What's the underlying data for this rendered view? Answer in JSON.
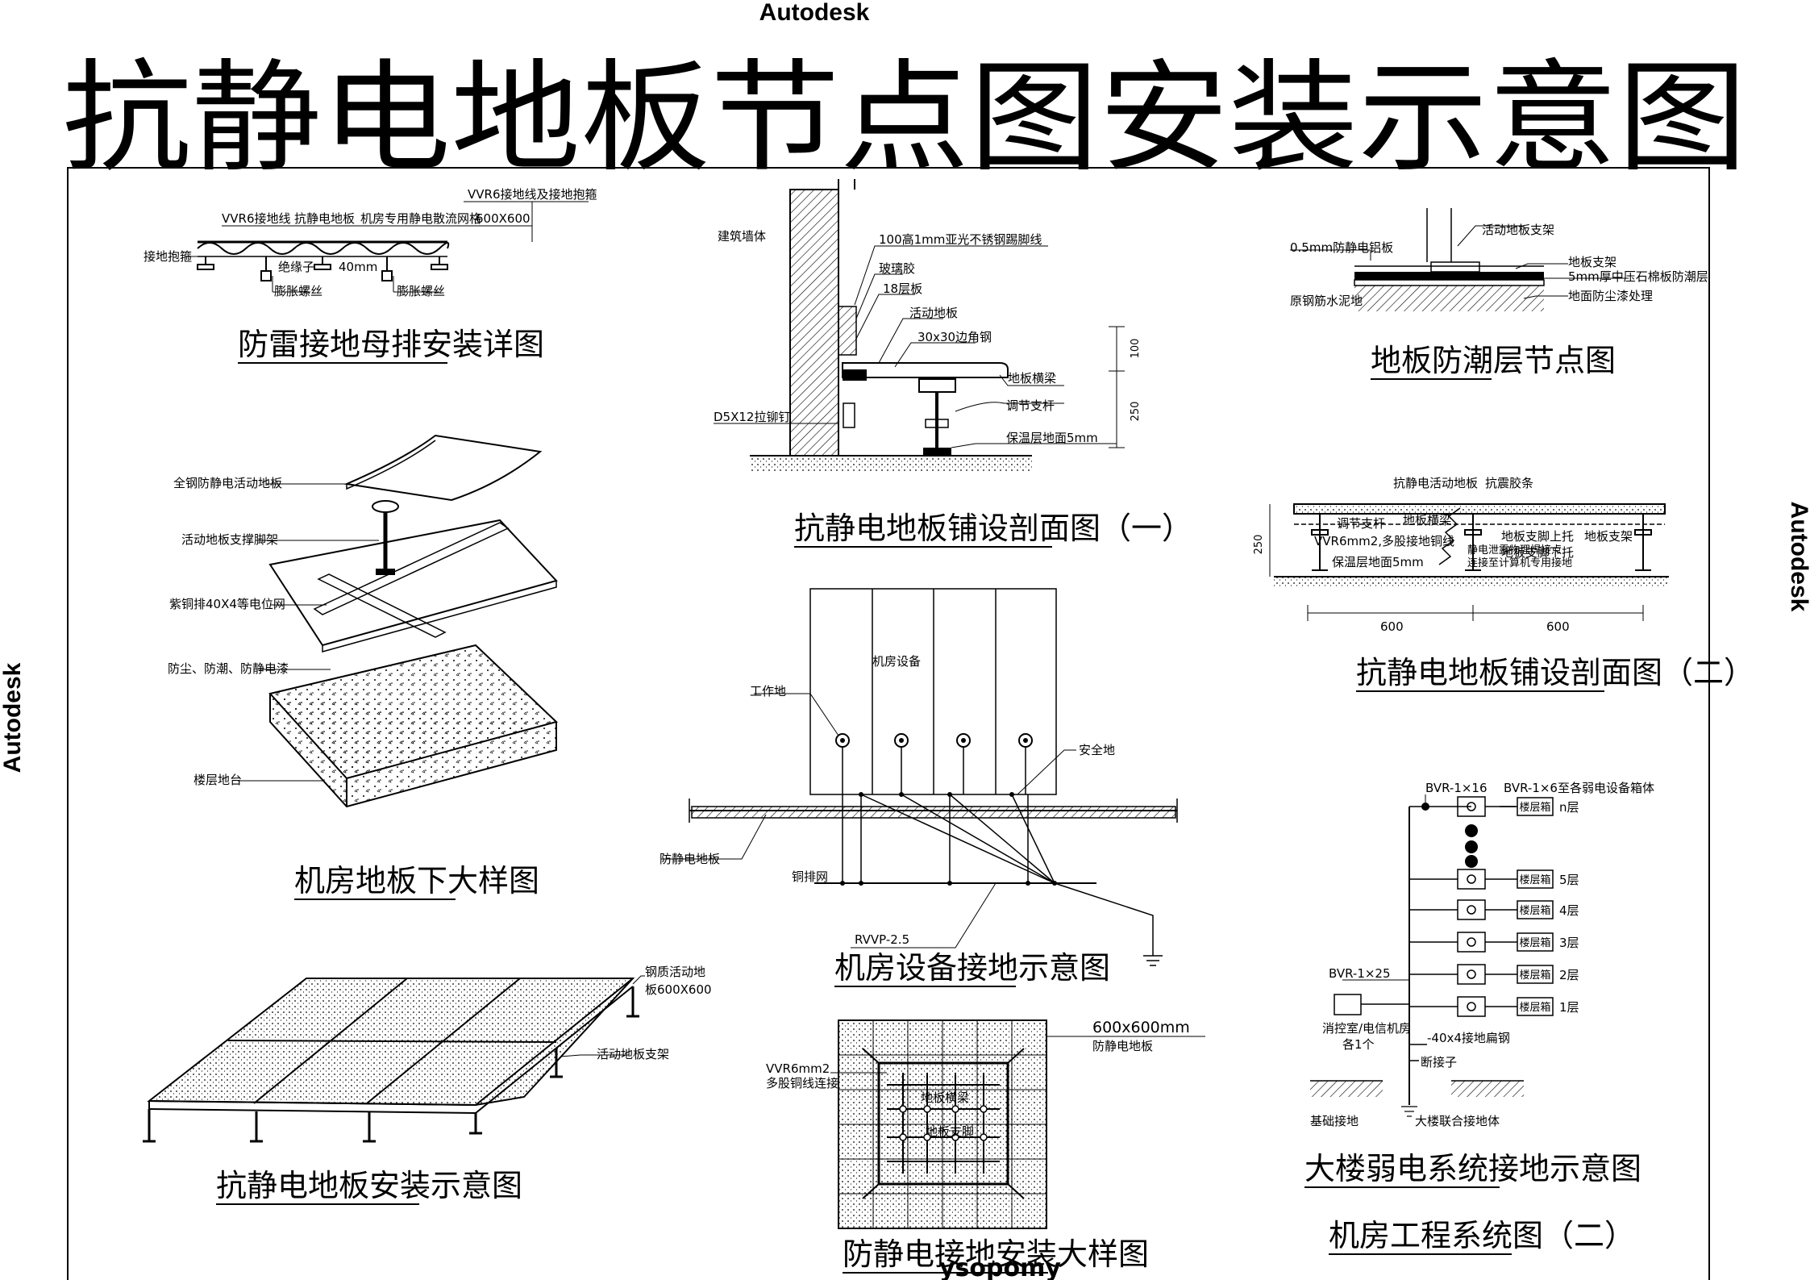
{
  "watermark": "Autodesk",
  "site_watermark": "ysopomy",
  "title": "抗静电地板节点图安装示意图",
  "figures": {
    "lightning": {
      "caption": "防雷接地母排安装详图",
      "labels": [
        "VVR6接地线",
        "抗静电地板",
        "机房专用静电散流网格",
        "600X600",
        "VVR6接地线及接地抱箍",
        "接地抱箍",
        "绝缘子",
        "40mm",
        "膨胀螺丝",
        "膨胀螺丝"
      ]
    },
    "section1": {
      "caption": "抗静电地板铺设剖面图（一）",
      "labels": [
        "建筑墙体",
        "100高1mm亚光不锈钢踢脚线",
        "玻璃胶",
        "18层板",
        "活动地板",
        "30x30边角钢",
        "地板横梁",
        "调节支杆",
        "D5X12拉铆钉",
        "保温层地面5mm",
        "100",
        "250"
      ]
    },
    "moisture": {
      "caption": "地板防潮层节点图",
      "labels": [
        "0.5mm防静电铝板",
        "活动地板支架",
        "地板支架",
        "5mm厚中压石棉板防潮层",
        "原钢筋水泥地",
        "地面防尘漆处理"
      ]
    },
    "section2": {
      "caption": "抗静电地板铺设剖面图（二）",
      "labels": [
        "抗静电活动地板",
        "抗震胶条",
        "调节支杆",
        "地板横梁",
        "VVR6mm2,多股接地铜线",
        "地板支脚上托",
        "地板支脚下托",
        "地板支架",
        "静电泄露物理焊接点",
        "连接至计算机专用接地",
        "保温层地面5mm",
        "600",
        "600",
        "250"
      ]
    },
    "under": {
      "caption": "机房地板下大样图",
      "labels": [
        "全钢防静电活动地板",
        "活动地板支撑脚架",
        "紫铜排40X4等电位网",
        "防尘、防潮、防静电漆",
        "楼层地台"
      ]
    },
    "equip": {
      "caption": "机房设备接地示意图",
      "labels": [
        "机房设备",
        "工作地",
        "安全地",
        "防静电地板",
        "铜排网",
        "RVVP-2.5"
      ]
    },
    "install": {
      "caption": "抗静电地板安装示意图",
      "labels": [
        "钢质活动地",
        "板600X600",
        "活动地板支架"
      ]
    },
    "grounding": {
      "caption": "防静电接地安装大样图",
      "labels": [
        "600x600mm",
        "防静电地板",
        "VVR6mm2",
        "多股铜线连接",
        "地板横梁",
        "地板支脚"
      ]
    },
    "building": {
      "caption": "大楼弱电系统接地示意图",
      "caption2": "机房工程系统图（二）",
      "labels": [
        "BVR-1×16",
        "BVR-1×6至各弱电设备箱体",
        "BVR-1×25",
        "消控室/电信机房",
        "各1个",
        "-40x4接地扁钢",
        "断接子",
        "基础接地",
        "大楼联合接地体"
      ],
      "box_label": "楼层箱",
      "floors": [
        "n层",
        "5层",
        "4层",
        "3层",
        "2层",
        "1层"
      ]
    }
  }
}
